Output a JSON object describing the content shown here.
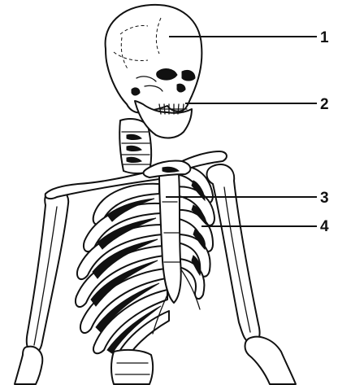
{
  "diagram": {
    "callouts": [
      {
        "number": "1",
        "structure": "skull"
      },
      {
        "number": "2",
        "structure": "mandible"
      },
      {
        "number": "3",
        "structure": "sternum"
      },
      {
        "number": "4",
        "structure": "ribs"
      }
    ]
  },
  "colors": {
    "line": "#111111",
    "background": "#ffffff"
  }
}
